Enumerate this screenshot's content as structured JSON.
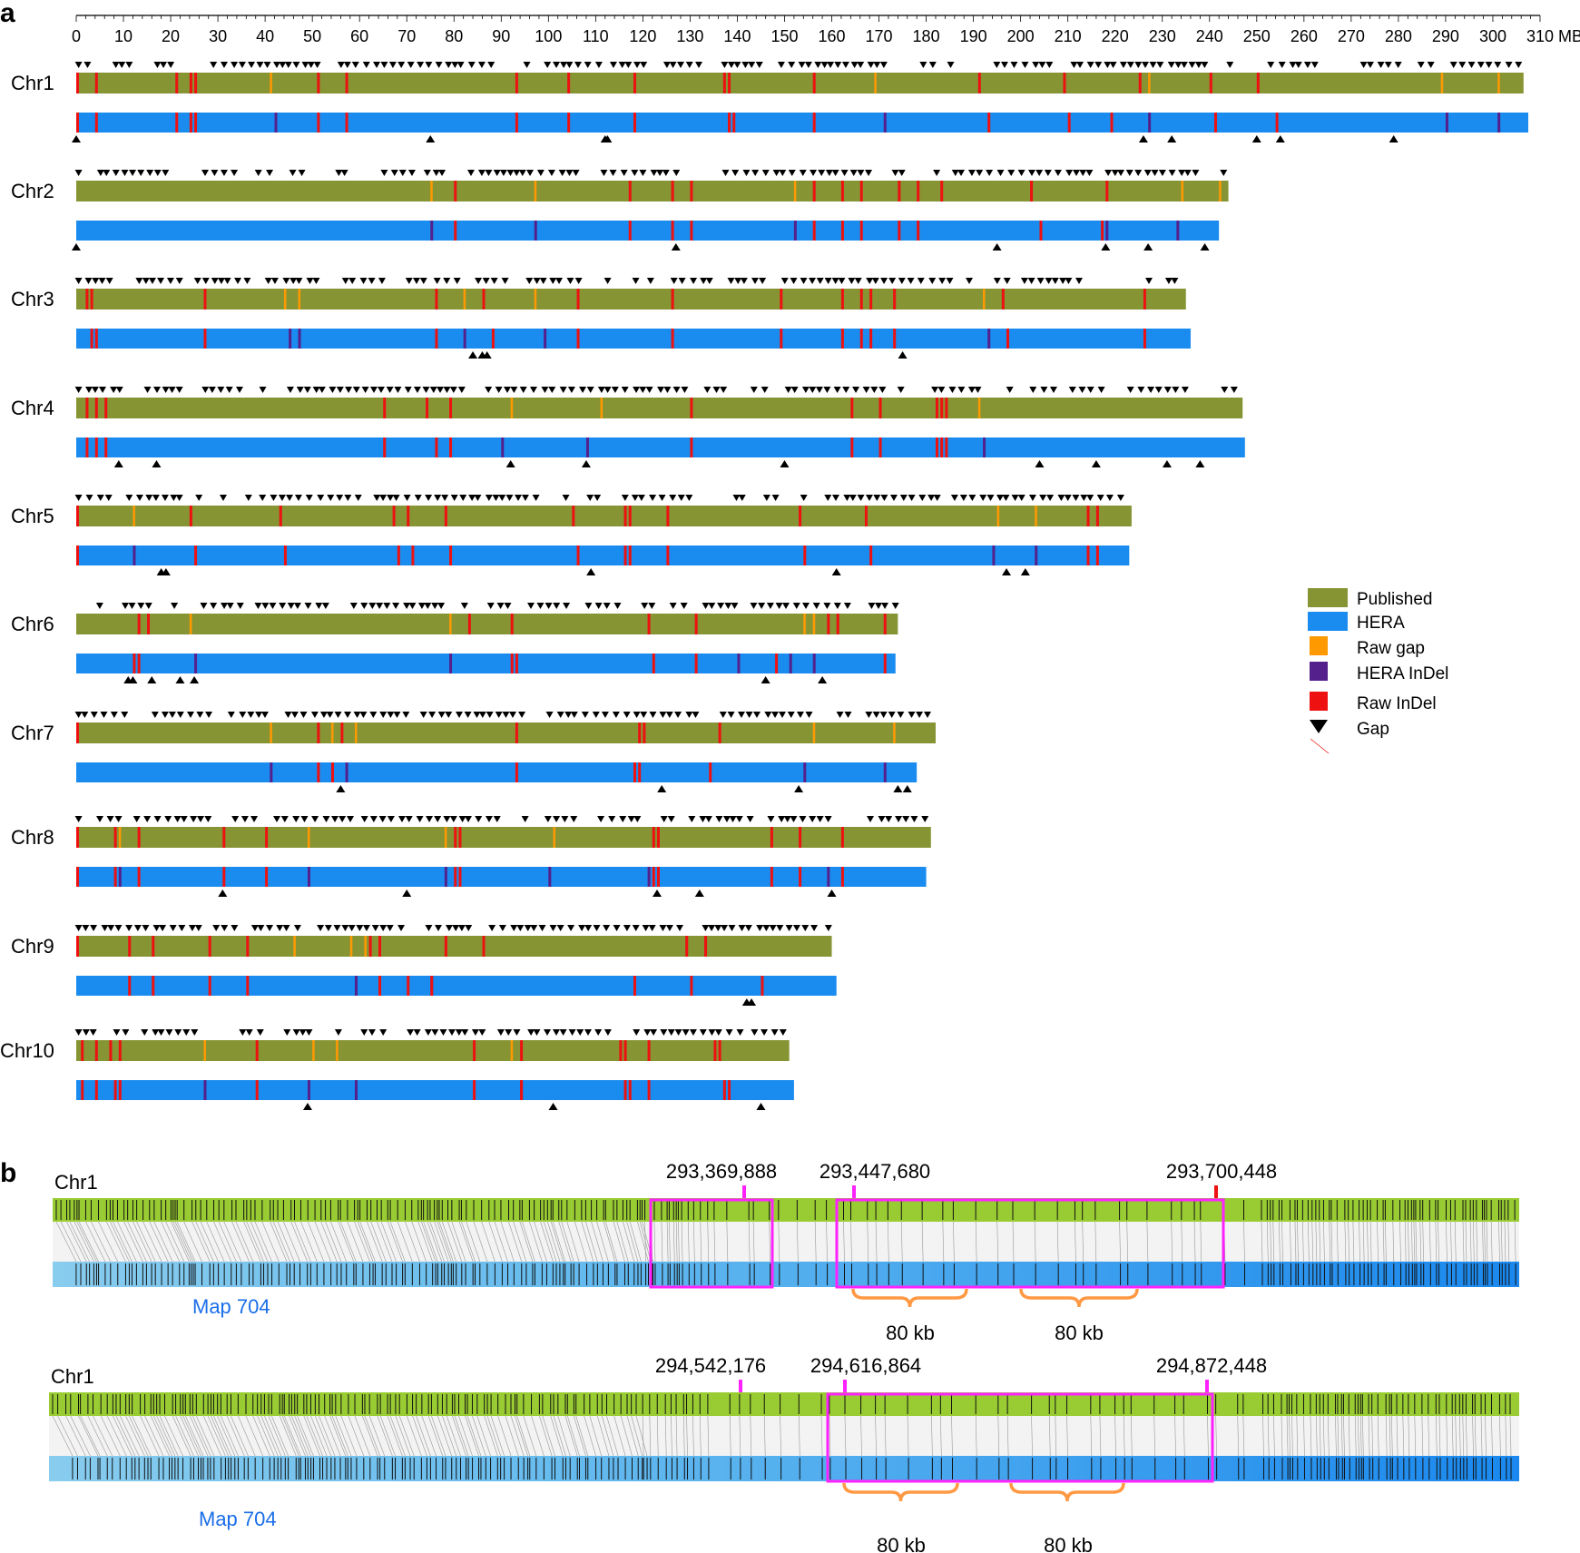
{
  "panel_a": {
    "label": "a",
    "unit": "MB",
    "ticks": [
      0,
      10,
      20,
      30,
      40,
      50,
      60,
      70,
      80,
      90,
      100,
      110,
      120,
      130,
      140,
      150,
      160,
      170,
      180,
      190,
      200,
      210,
      220,
      230,
      240,
      250,
      260,
      270,
      280,
      290,
      300,
      310
    ],
    "colors": {
      "published": "#879433",
      "hera": "#1a8cf0",
      "raw_gap": "#ff9900",
      "hera_indel": "#54208c",
      "raw_indel": "#ee1111",
      "gap": "#000000"
    },
    "legend": [
      {
        "key": "published",
        "label": "Published",
        "color": "#879433"
      },
      {
        "key": "hera",
        "label": "HERA",
        "color": "#1a8cf0"
      },
      {
        "key": "raw_gap",
        "label": "Raw gap",
        "color": "#ff9900"
      },
      {
        "key": "hera_indel",
        "label": "HERA InDel",
        "color": "#54208c"
      },
      {
        "key": "raw_indel",
        "label": "Raw InDel",
        "color": "#ee1111"
      },
      {
        "key": "gap",
        "label": "Gap",
        "color": "#000000"
      }
    ],
    "chromosomes": [
      {
        "name": "Chr1",
        "published_mb": 306.5,
        "hera_mb": 307.5,
        "pub_indel": [
          0,
          4,
          21,
          24,
          25,
          51,
          57,
          93,
          104,
          118,
          137,
          138,
          156,
          191,
          209,
          225,
          240,
          250
        ],
        "pub_gap": [
          41,
          169,
          227,
          289,
          301
        ],
        "hera_indel": [
          0,
          4,
          21,
          24,
          25,
          51,
          57,
          93,
          104,
          118,
          138,
          139,
          156,
          193,
          210,
          219,
          241,
          254
        ],
        "hera_gap": [
          42,
          171,
          227,
          290,
          301
        ],
        "hera_marks": [
          0,
          75,
          112,
          112.5,
          226,
          232,
          250,
          255,
          279
        ]
      },
      {
        "name": "Chr2",
        "published_mb": 244,
        "hera_mb": 242,
        "pub_indel": [
          80,
          117,
          126,
          130,
          156,
          162,
          166,
          174,
          178,
          183,
          202,
          218
        ],
        "pub_gap": [
          75,
          97,
          152,
          234,
          242
        ],
        "hera_indel": [
          80,
          117,
          126,
          130,
          156,
          162,
          166,
          174,
          178,
          204,
          217
        ],
        "hera_gap": [
          75,
          97,
          152,
          218,
          233
        ],
        "hera_marks": [
          0,
          127,
          195,
          218,
          227,
          239
        ]
      },
      {
        "name": "Chr3",
        "published_mb": 235,
        "hera_mb": 236,
        "pub_indel": [
          2,
          3,
          27,
          76,
          86,
          106,
          126,
          149,
          162,
          166,
          168,
          173,
          226,
          196
        ],
        "pub_gap": [
          44,
          47,
          82,
          97,
          192
        ],
        "hera_indel": [
          3,
          4,
          27,
          76,
          88,
          106,
          126,
          149,
          162,
          166,
          168,
          173,
          226,
          197
        ],
        "hera_gap": [
          45,
          47,
          82,
          99,
          193
        ],
        "hera_marks": [
          84,
          86,
          87,
          175
        ]
      },
      {
        "name": "Chr4",
        "published_mb": 247,
        "hera_mb": 247.5,
        "pub_indel": [
          2,
          4,
          6,
          65,
          74,
          79,
          130,
          164,
          170,
          182,
          183,
          184
        ],
        "pub_gap": [
          92,
          111,
          191
        ],
        "hera_indel": [
          2,
          4,
          6,
          65,
          76,
          79,
          130,
          164,
          170,
          182,
          183,
          184
        ],
        "hera_gap": [
          90,
          108,
          192
        ],
        "hera_marks": [
          9,
          17,
          92,
          108,
          150,
          204,
          216,
          231,
          238
        ]
      },
      {
        "name": "Chr5",
        "published_mb": 223.5,
        "hera_mb": 223,
        "pub_indel": [
          0,
          24,
          43,
          67,
          70,
          78,
          105,
          116,
          117,
          125,
          153,
          167,
          214,
          216
        ],
        "pub_gap": [
          12,
          195,
          203
        ],
        "hera_indel": [
          0,
          25,
          44,
          68,
          71,
          79,
          106,
          116,
          117,
          125,
          154,
          168,
          214,
          216
        ],
        "hera_gap": [
          12,
          194,
          203
        ],
        "hera_marks": [
          18,
          19,
          109,
          161,
          197,
          201
        ]
      },
      {
        "name": "Chr6",
        "published_mb": 174,
        "hera_mb": 173.5,
        "pub_indel": [
          13,
          15,
          83,
          92,
          121,
          131,
          159,
          161,
          171
        ],
        "pub_gap": [
          24,
          79,
          154,
          156
        ],
        "hera_indel": [
          12,
          13,
          92,
          93,
          122,
          131,
          148,
          171
        ],
        "hera_gap": [
          25,
          79,
          140,
          151,
          156
        ],
        "hera_marks": [
          11,
          12,
          16,
          22,
          25,
          146,
          158
        ]
      },
      {
        "name": "Chr7",
        "published_mb": 182,
        "hera_mb": 178,
        "pub_indel": [
          0,
          51,
          56,
          93,
          119,
          120,
          136
        ],
        "pub_gap": [
          41,
          54,
          59,
          156,
          173
        ],
        "hera_indel": [
          51,
          54,
          93,
          118,
          119,
          134
        ],
        "hera_gap": [
          41,
          57,
          154,
          171
        ],
        "hera_marks": [
          56,
          124,
          153,
          174,
          176
        ]
      },
      {
        "name": "Chr8",
        "published_mb": 181,
        "hera_mb": 180,
        "pub_indel": [
          0,
          8,
          13,
          31,
          40,
          80,
          81,
          122,
          123,
          147,
          153,
          162
        ],
        "pub_gap": [
          9,
          49,
          78,
          101,
          123
        ],
        "hera_indel": [
          0,
          8,
          13,
          31,
          40,
          80,
          81,
          122,
          123,
          147,
          153,
          162
        ],
        "hera_gap": [
          9,
          49,
          78,
          100,
          121,
          159
        ],
        "hera_marks": [
          31,
          70,
          123,
          132,
          160
        ]
      },
      {
        "name": "Chr9",
        "published_mb": 160,
        "hera_mb": 161,
        "pub_indel": [
          0,
          11,
          16,
          28,
          36,
          62,
          64,
          78,
          86,
          129,
          133
        ],
        "pub_gap": [
          46,
          58,
          61
        ],
        "hera_indel": [
          11,
          16,
          28,
          36,
          64,
          70,
          75,
          118,
          130,
          145
        ],
        "hera_gap": [
          59,
          75
        ],
        "hera_marks": [
          142,
          143
        ]
      },
      {
        "name": "Chr10",
        "published_mb": 151,
        "hera_mb": 152,
        "pub_indel": [
          1,
          4,
          7,
          9,
          38,
          84,
          94,
          115,
          116,
          121,
          135,
          136
        ],
        "pub_gap": [
          27,
          50,
          55,
          92
        ],
        "hera_indel": [
          1,
          4,
          8,
          9,
          38,
          84,
          94,
          116,
          117,
          121,
          137,
          138
        ],
        "hera_gap": [
          27,
          49,
          59,
          94
        ],
        "hera_marks": [
          49,
          101,
          145
        ]
      }
    ]
  },
  "panel_b": {
    "label": "b",
    "sub": [
      {
        "chr_label": "Chr1",
        "map_label": "Map 704",
        "coords": [
          {
            "text": "293,369,888"
          },
          {
            "text": "293,447,680"
          },
          {
            "text": "293,700,448"
          }
        ],
        "brace_labels": [
          "80 kb",
          "80 kb"
        ]
      },
      {
        "chr_label": "Chr1",
        "map_label": "Map 704",
        "coords": [
          {
            "text": "294,542,176"
          },
          {
            "text": "294,616,864"
          },
          {
            "text": "294,872,448"
          }
        ],
        "brace_labels": [
          "80 kb",
          "80 kb"
        ]
      }
    ],
    "colors": {
      "top_bar": "#99cc33",
      "bottom_light": "#88ccee",
      "bottom_dark": "#1a88ee",
      "box": "#ff22ff",
      "brace": "#ff9944",
      "map_label": "#1a6ee8",
      "coord_tick": "#ff22ff"
    }
  }
}
